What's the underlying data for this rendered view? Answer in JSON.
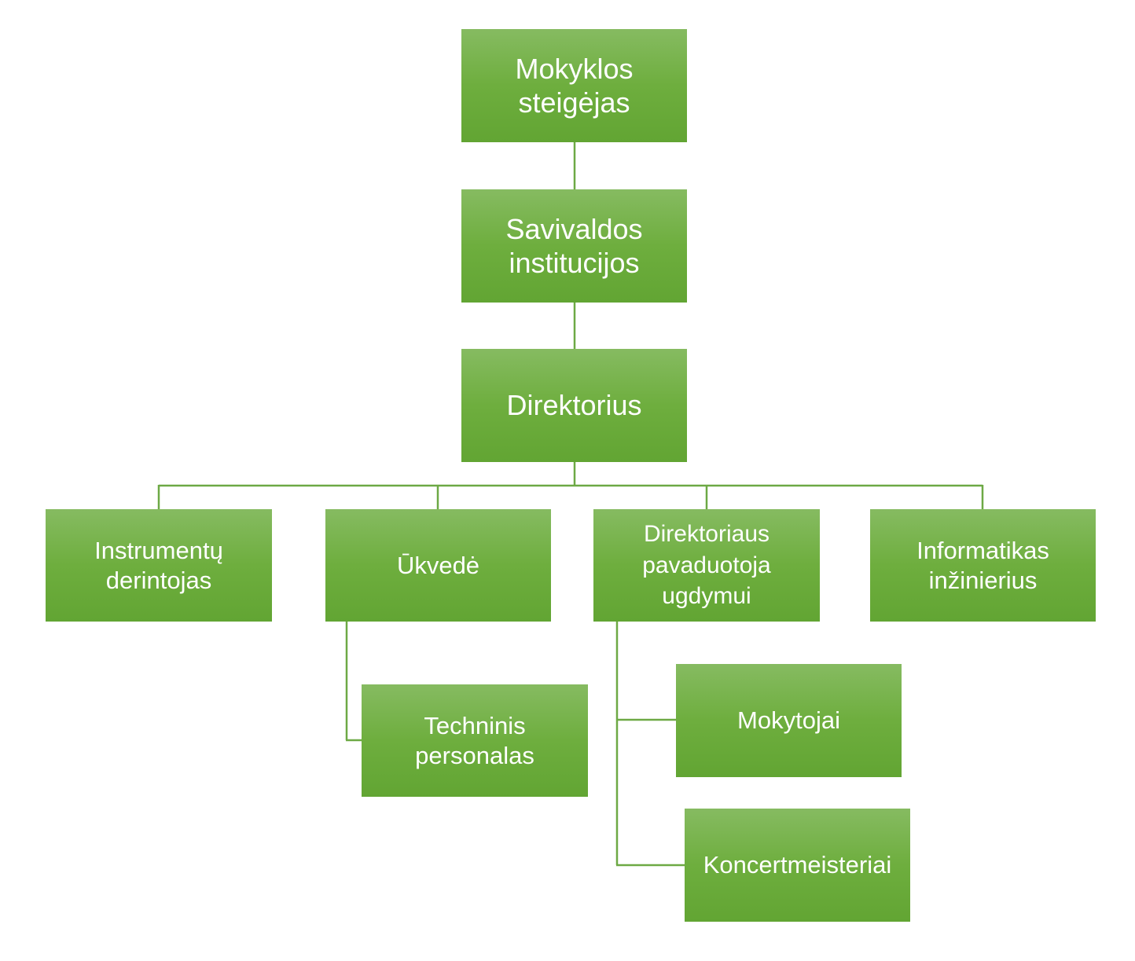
{
  "diagram": {
    "type": "org-chart",
    "box_color": "#70ad47",
    "line_color": "#6da945",
    "text_color": "#ffffff",
    "nodes": {
      "steigejas": "Mokyklos\nsteigėjas",
      "savivaldos": "Savivaldos\ninstitucijos",
      "direktorius": "Direktorius",
      "derintojas": "Instrumentų\nderintojas",
      "ukvede": "Ūkvedė",
      "pavaduotoja": "Direktoriaus\npavaduotoja\nugdymui",
      "informatikas": "Informatikas\ninžinierius",
      "personalas": "Techninis\npersonalas",
      "mokytojai": "Mokytojai",
      "koncertmeisteriai": "Koncertmeisteriai"
    },
    "edges": [
      [
        "steigejas",
        "savivaldos"
      ],
      [
        "savivaldos",
        "direktorius"
      ],
      [
        "direktorius",
        "derintojas"
      ],
      [
        "direktorius",
        "ukvede"
      ],
      [
        "direktorius",
        "pavaduotoja"
      ],
      [
        "direktorius",
        "informatikas"
      ],
      [
        "ukvede",
        "personalas"
      ],
      [
        "pavaduotoja",
        "mokytojai"
      ],
      [
        "pavaduotoja",
        "koncertmeisteriai"
      ]
    ]
  }
}
